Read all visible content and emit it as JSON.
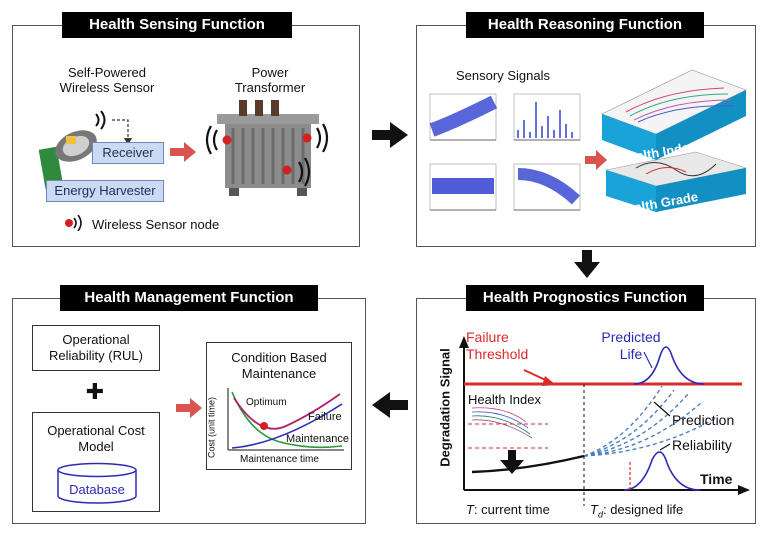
{
  "sensing": {
    "title": "Health Sensing Function",
    "sensor_label_1": "Self-Powered",
    "sensor_label_2": "Wireless Sensor",
    "transformer_label_1": "Power",
    "transformer_label_2": "Transformer",
    "receiver": "Receiver",
    "harvester": "Energy Harvester",
    "legend": "Wireless Sensor node"
  },
  "reasoning": {
    "title": "Health Reasoning Function",
    "signals_label": "Sensory Signals",
    "index_label": "Health Index",
    "grade_label": "Health Grade"
  },
  "management": {
    "title": "Health Management Function",
    "reliability_1": "Operational",
    "reliability_2": "Reliability (RUL)",
    "plus": "✚",
    "cost_1": "Operational Cost",
    "cost_2": "Model",
    "database": "Database",
    "cbm_1": "Condition Based",
    "cbm_2": "Maintenance",
    "cbm_yaxis": "Cost (unit time)",
    "cbm_xaxis": "Maintenance time",
    "optimum": "Optimum",
    "failure": "Failure",
    "maintenance": "Maintenance"
  },
  "prognostics": {
    "title": "Health Prognostics Function",
    "failure_1": "Failure",
    "failure_2": "Threshold",
    "predicted_1": "Predicted",
    "predicted_2": "Life",
    "yaxis": "Degradation Signal",
    "health_index": "Health Index",
    "prediction": "Prediction",
    "reliability": "Reliability",
    "time": "Time",
    "current_time": ": current time",
    "current_time_sym": "T",
    "designed_life": ": designed life",
    "designed_life_sym": "T",
    "designed_life_sub": "d"
  },
  "colors": {
    "threshold": "#d92b2b",
    "predicted": "#2b2bb5",
    "arrow_red": "#d9534f",
    "box_blue": "#c9daf2",
    "cube_blue": "#1aa3d9"
  }
}
